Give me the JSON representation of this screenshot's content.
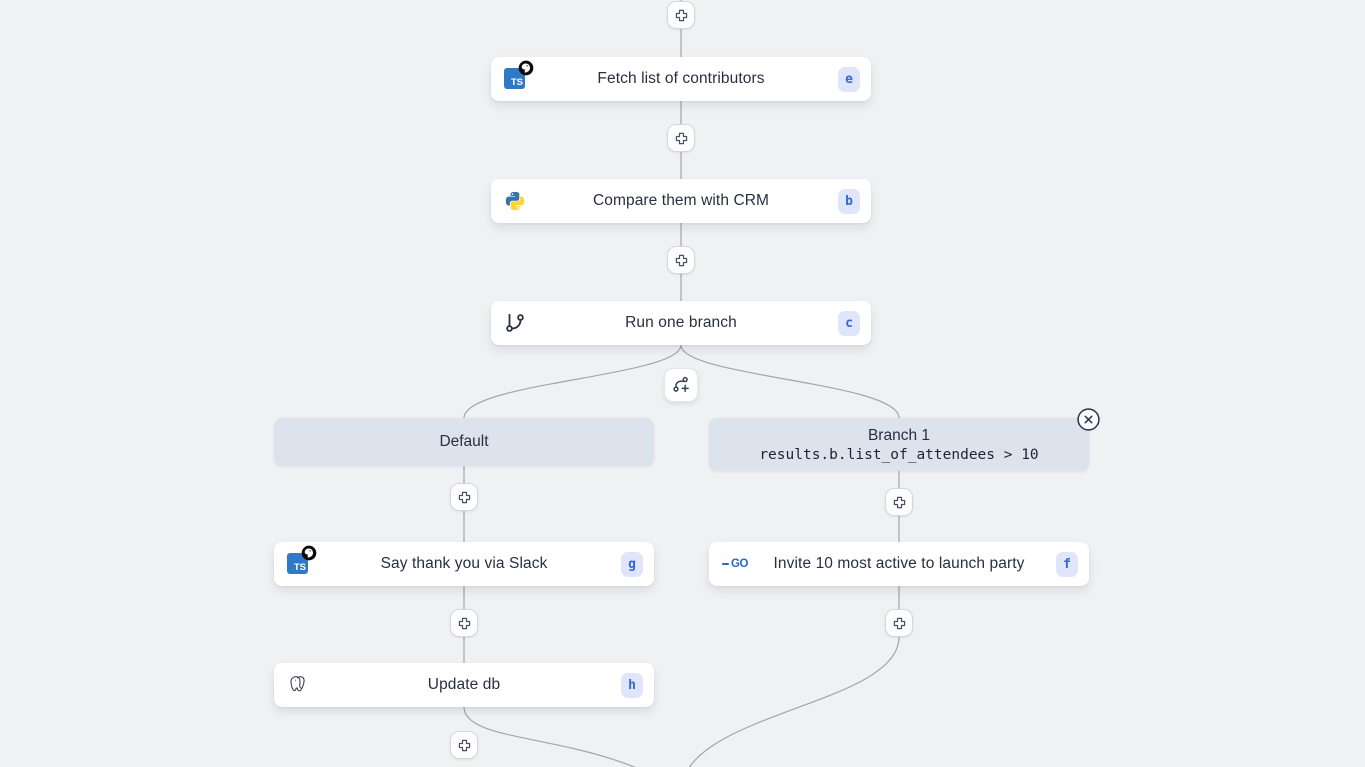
{
  "steps": [
    {
      "label": "Fetch list of contributors",
      "badge": "e",
      "icon": "typescript-deno"
    },
    {
      "label": "Compare them with CRM",
      "badge": "b",
      "icon": "python"
    },
    {
      "label": "Run one branch",
      "badge": "c",
      "icon": "git-branch"
    },
    {
      "label": "Say thank you via Slack",
      "badge": "g",
      "icon": "typescript-deno"
    },
    {
      "label": "Invite 10 most active to launch party",
      "badge": "f",
      "icon": "go"
    },
    {
      "label": "Update db",
      "badge": "h",
      "icon": "postgresql"
    }
  ],
  "branches": {
    "default": {
      "label": "Default"
    },
    "branch1": {
      "title": "Branch 1",
      "condition": "results.b.list_of_attendees > 10"
    }
  },
  "icons": {
    "typescript_text": "TS",
    "go_text": "GO"
  },
  "colors": {
    "canvas_bg": "#f0f1f3",
    "edge": "#a0a5ae",
    "card_bg": "#ffffff",
    "branch_header_bg": "#dce3ed",
    "badge_bg": "#dfe5fb",
    "badge_text": "#3566d6",
    "label_text": "#27303f",
    "typescript_blue": "#3178c6",
    "python_blue": "#3674a5",
    "python_yellow": "#ffd43b",
    "go_blue": "#2b66c9"
  }
}
